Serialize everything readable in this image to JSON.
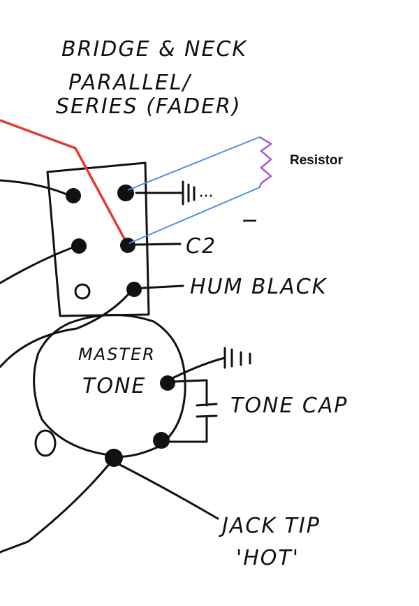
{
  "title_lines": [
    "BRIDGE & NECK",
    "PARALLEL/",
    "SERIES (FADER)"
  ],
  "resistor_label": "Resistor",
  "c2_label": "C2",
  "c2_mark": "−",
  "hum_label": "HUM BLACK",
  "pot_lines": [
    "MASTER",
    "TONE"
  ],
  "tone_cap_label": "TONE CAP",
  "jack_lines": [
    "JACK TIP",
    "'HOT'"
  ],
  "colors": {
    "ink": "#111111",
    "red_wire": "#e8392e",
    "blue_wire": "#4a90e2",
    "resistor": "#a05cd6"
  }
}
